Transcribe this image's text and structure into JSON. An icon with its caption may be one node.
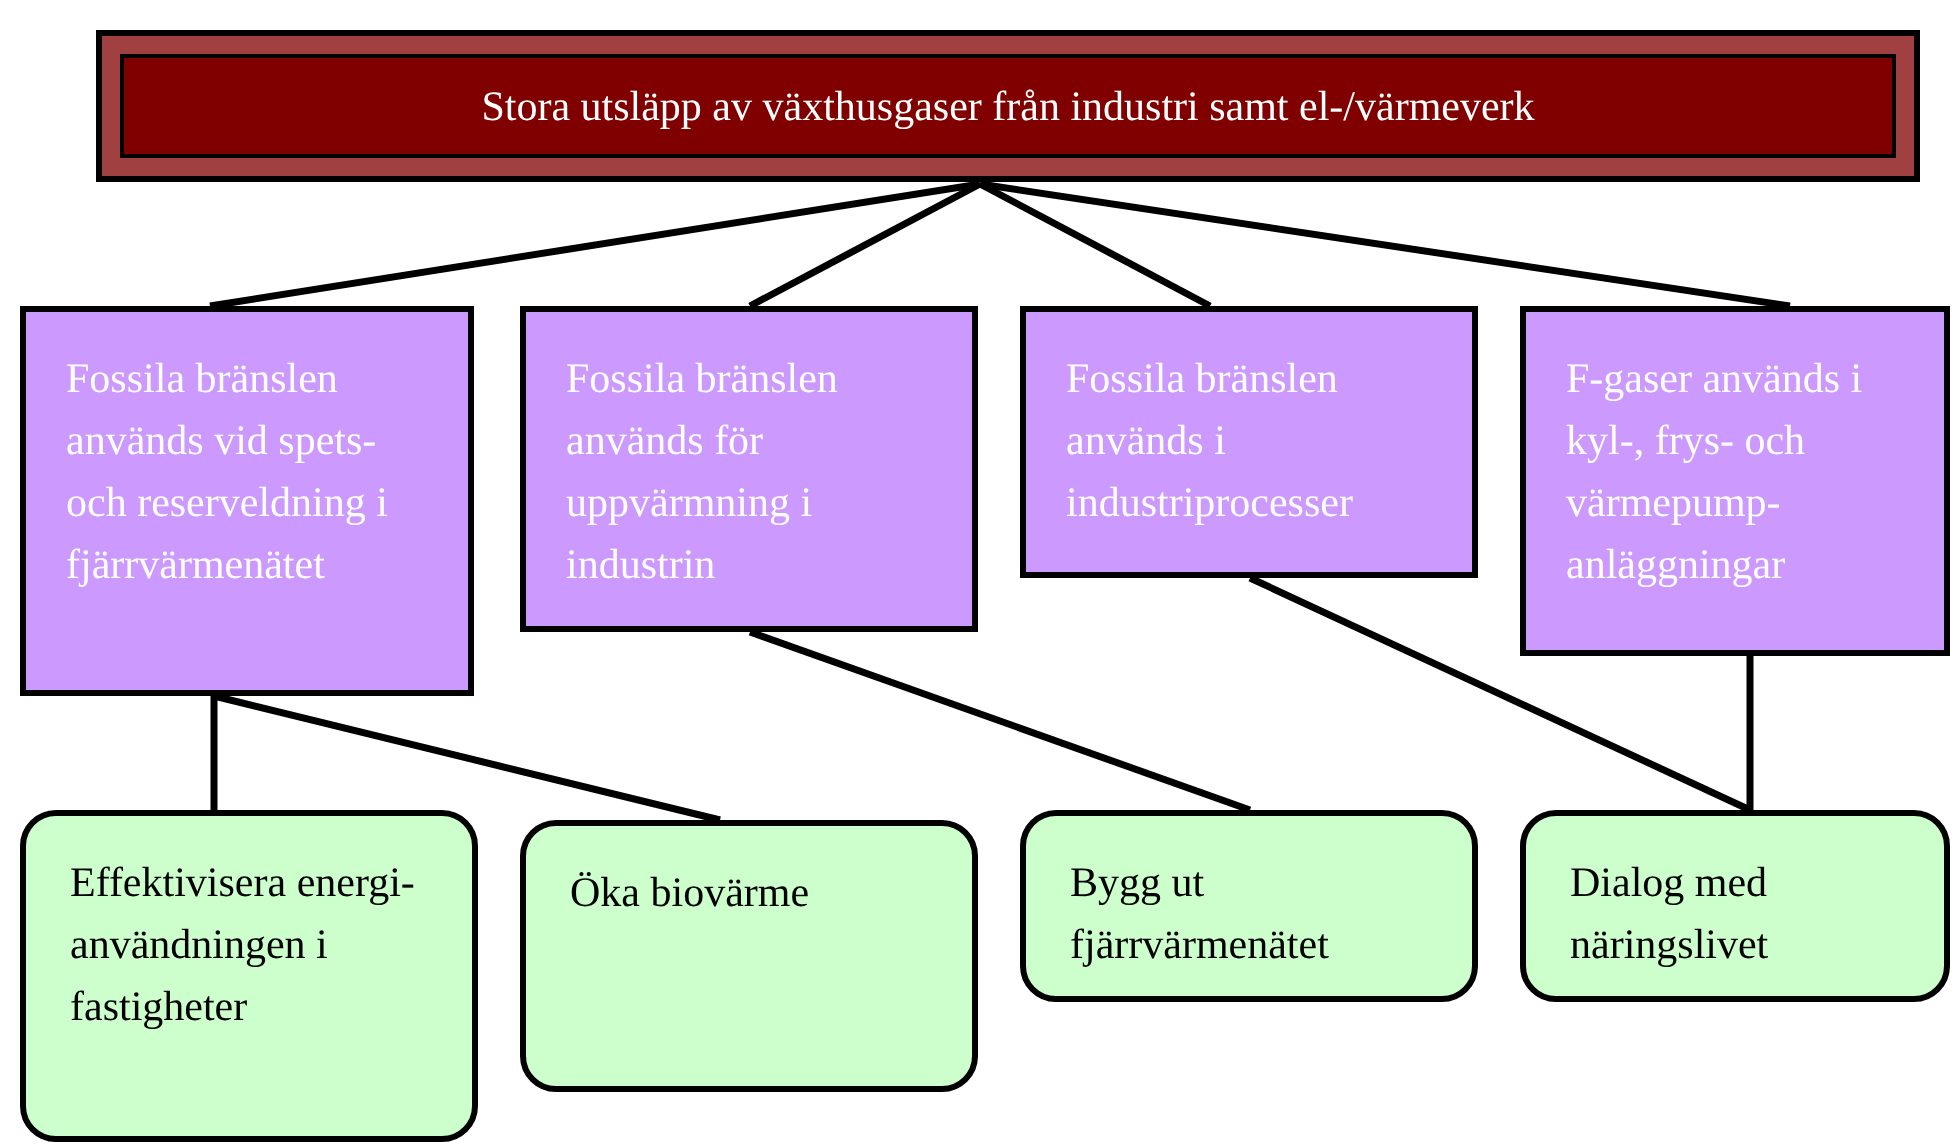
{
  "diagram": {
    "nodes": [
      {
        "text": [
          "Stora utsläpp av växthusgaser från industri samt el-/värmeverk"
        ]
      },
      {
        "text": [
          "Fossila bränslen används vid spets- och reserveldning i fjärrvärmenätet"
        ]
      },
      {
        "text": [
          "Fossila bränslen används för uppvärmning i industrin"
        ]
      },
      {
        "text": [
          "Fossila bränslen används i industriprocesser"
        ]
      },
      {
        "text": [
          "F-gaser används i kyl-, frys- och värmepump-anläggningar"
        ]
      },
      {
        "text": [
          "Effektivisera energi-användningen i fastigheter"
        ]
      },
      {
        "text": [
          "Öka biovärme"
        ]
      },
      {
        "text": [
          "Bygg ut fjärrvärmenätet"
        ]
      },
      {
        "text": [
          "Dialog med näringslivet"
        ]
      }
    ],
    "edges": [
      {
        "from": 0,
        "to": 1,
        "arrow": "none"
      },
      {
        "from": 0,
        "to": 2,
        "arrow": "none"
      },
      {
        "from": 0,
        "to": 3,
        "arrow": "none"
      },
      {
        "from": 0,
        "to": 4,
        "arrow": "none"
      },
      {
        "from": 1,
        "to": 5,
        "arrow": "none"
      },
      {
        "from": 1,
        "to": 6,
        "arrow": "none"
      },
      {
        "from": 2,
        "to": 7,
        "arrow": "none"
      },
      {
        "from": 3,
        "to": 8,
        "arrow": "none"
      },
      {
        "from": 4,
        "to": 8,
        "arrow": "none"
      }
    ]
  }
}
